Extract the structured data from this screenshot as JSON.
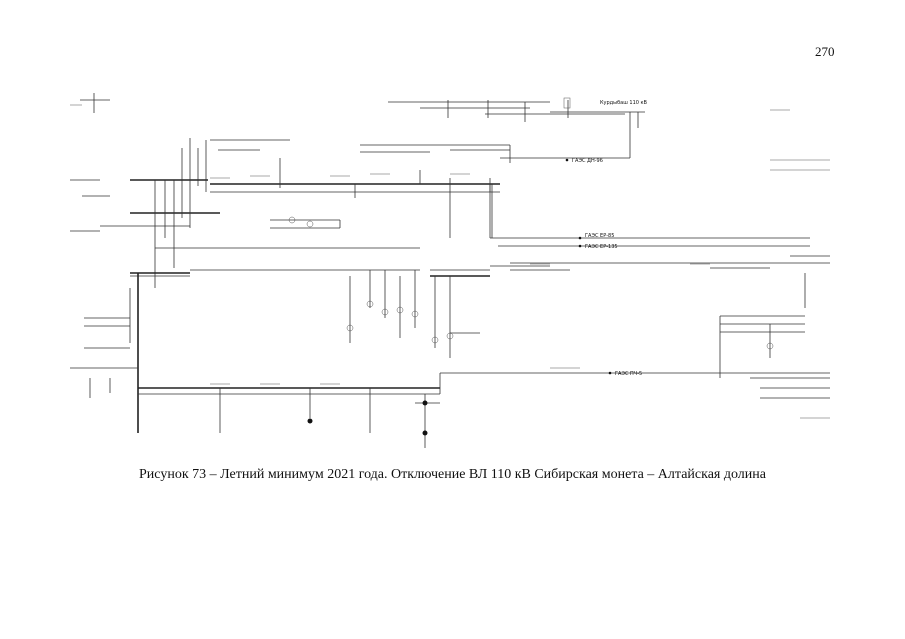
{
  "page_number": "270",
  "caption": "Рисунок 73 – Летний минимум 2021 года. Отключение ВЛ 110 кВ Сибирская монета – Алтайская долина",
  "scheme": {
    "labels": {
      "kurdbash": "Курдыбаш 110 кВ",
      "ges_dn96": "ГАЭС ДН-96",
      "ges_ep85": "ГАЭС ЕР-85",
      "ges_ep135": "ГАЭС ЕР-135",
      "ges_pch5": "ГАЭС ПЧ-5"
    }
  }
}
